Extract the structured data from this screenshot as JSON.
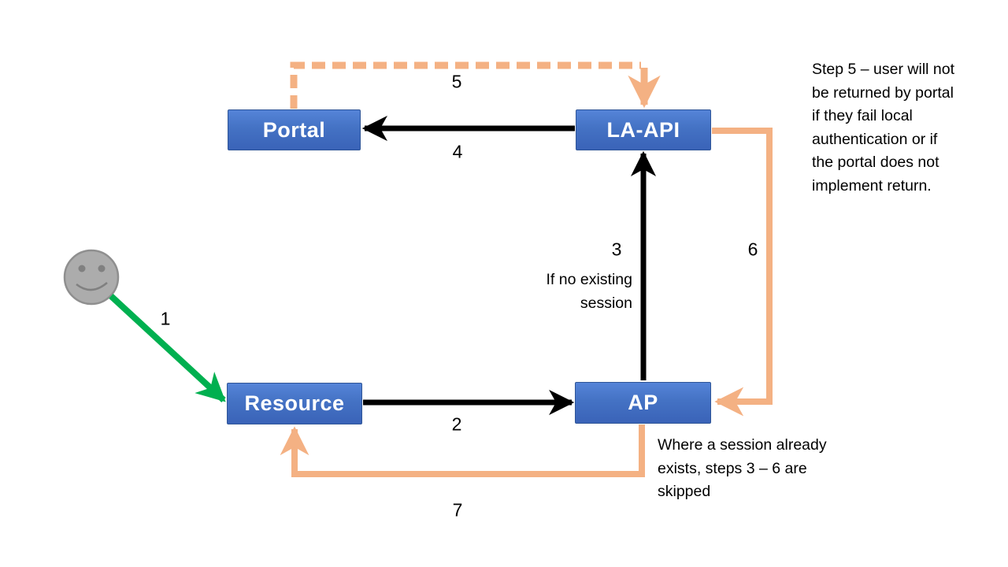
{
  "nodes": {
    "portal": {
      "label": "Portal"
    },
    "laapi": {
      "label": "LA-API"
    },
    "resource": {
      "label": "Resource"
    },
    "ap": {
      "label": "AP"
    }
  },
  "step_labels": [
    "1",
    "2",
    "3",
    "4",
    "5",
    "6",
    "7"
  ],
  "condition_label": {
    "lines": [
      "If no existing",
      "session"
    ]
  },
  "notes": {
    "step5": {
      "lines": [
        "Step 5 – user will not",
        "be returned by portal",
        "if they fail local",
        "authentication or if",
        "the portal does not",
        "implement return."
      ]
    },
    "session": {
      "lines": [
        "Where a session already",
        "exists, steps 3 – 6 are",
        "skipped"
      ]
    }
  },
  "colors": {
    "node_fill": "#4472c4",
    "node_border": "#2f5597",
    "arrow_black": "#000000",
    "arrow_orange": "#f4b183",
    "arrow_green": "#00b050",
    "actor_fill": "#acacac",
    "actor_stroke": "#8f8f8f",
    "actor_features": "#808080"
  }
}
